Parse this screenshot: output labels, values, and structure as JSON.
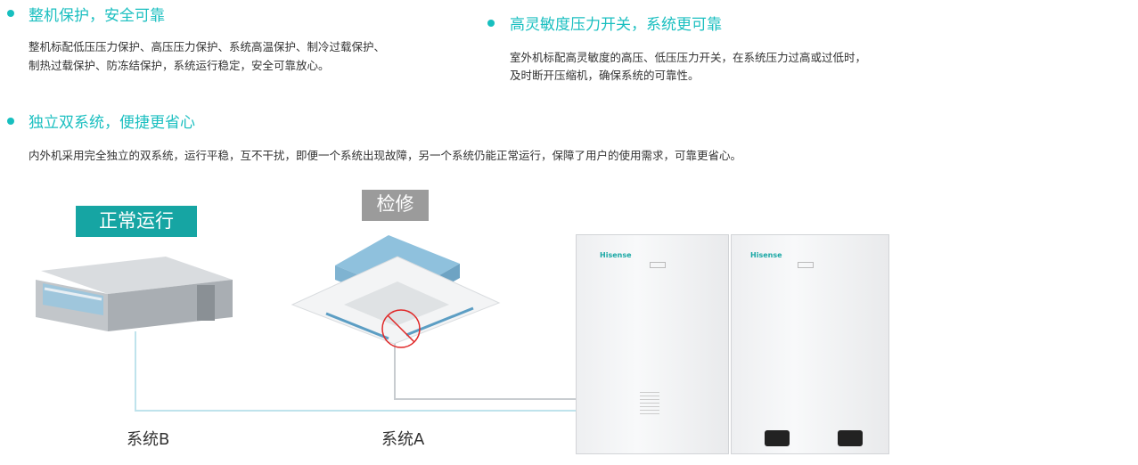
{
  "features": [
    {
      "title": "整机保护，安全可靠",
      "body": [
        "整机标配低压压力保护、高压压力保护、系统高温保护、制冷过载保护、",
        "制热过载保护、防冻结保护，系统运行稳定，安全可靠放心。"
      ]
    },
    {
      "title": "高灵敏度压力开关，系统更可靠",
      "body": [
        "室外机标配高灵敏度的高压、低压压力开关，在系统压力过高或过低时，",
        "及时断开压缩机，确保系统的可靠性。"
      ]
    },
    {
      "title": "独立双系统，便捷更省心",
      "body": [
        "内外机采用完全独立的双系统，运行平稳，互不干扰，即便一个系统出现故障，另一个系统仍能正常运行，保障了用户的使用需求，可靠更省心。"
      ]
    }
  ],
  "diagram": {
    "status_normal": "正常运行",
    "status_repair": "检修",
    "system_b": "系统B",
    "system_a": "系统A",
    "brand": "Hisense",
    "colors": {
      "accent": "#1bbfc0",
      "normal": "#16a5a3",
      "repair": "#9b9b9b"
    }
  }
}
